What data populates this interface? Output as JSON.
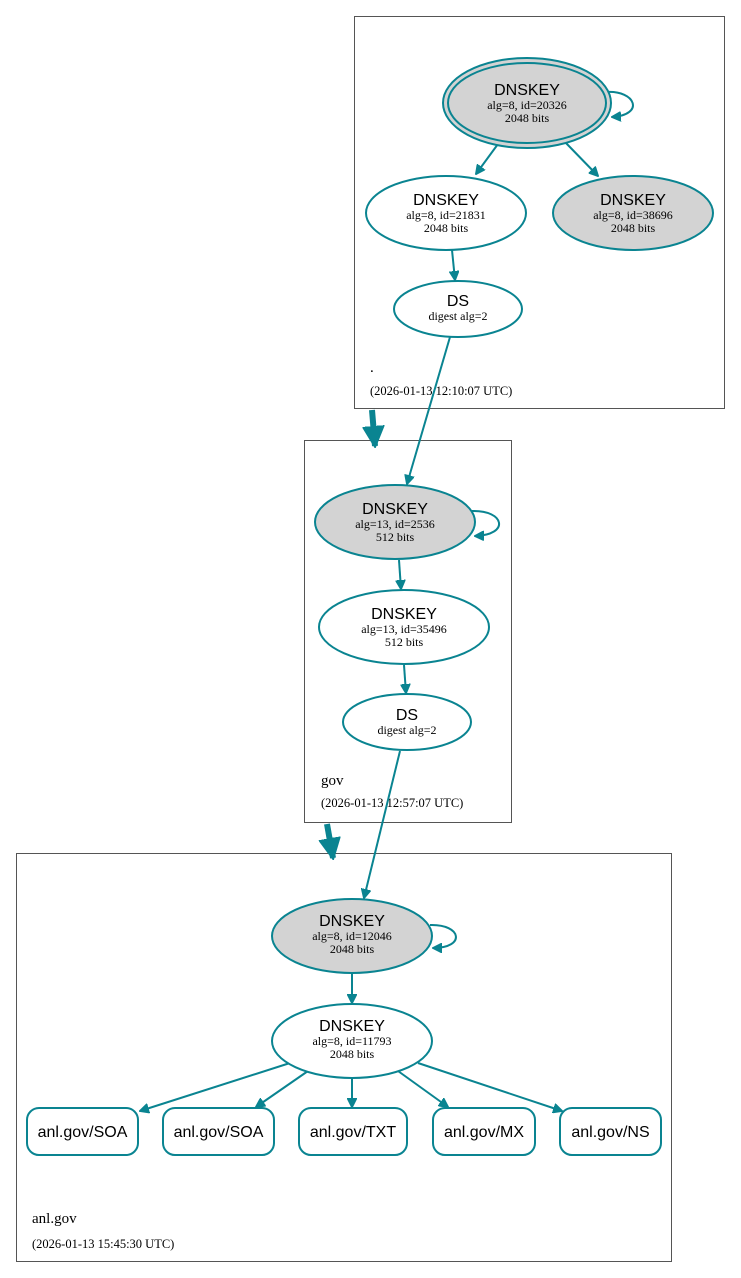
{
  "colors": {
    "accent": "#0a8491",
    "filled_node": "#d3d3d3"
  },
  "zones": {
    "root": {
      "name": ".",
      "time": "(2026-01-13 12:10:07 UTC)"
    },
    "gov": {
      "name": "gov",
      "time": "(2026-01-13 12:57:07 UTC)"
    },
    "anl": {
      "name": "anl.gov",
      "time": "(2026-01-13 15:45:30 UTC)"
    }
  },
  "nodes": {
    "root_ksk": {
      "title": "DNSKEY",
      "line1": "alg=8, id=20326",
      "line2": "2048 bits"
    },
    "root_zsk1": {
      "title": "DNSKEY",
      "line1": "alg=8, id=21831",
      "line2": "2048 bits"
    },
    "root_zsk2": {
      "title": "DNSKEY",
      "line1": "alg=8, id=38696",
      "line2": "2048 bits"
    },
    "root_ds": {
      "title": "DS",
      "line1": "digest alg=2"
    },
    "gov_ksk": {
      "title": "DNSKEY",
      "line1": "alg=13, id=2536",
      "line2": "512 bits"
    },
    "gov_zsk": {
      "title": "DNSKEY",
      "line1": "alg=13, id=35496",
      "line2": "512 bits"
    },
    "gov_ds": {
      "title": "DS",
      "line1": "digest alg=2"
    },
    "anl_ksk": {
      "title": "DNSKEY",
      "line1": "alg=8, id=12046",
      "line2": "2048 bits"
    },
    "anl_zsk": {
      "title": "DNSKEY",
      "line1": "alg=8, id=11793",
      "line2": "2048 bits"
    }
  },
  "records": [
    "anl.gov/SOA",
    "anl.gov/SOA",
    "anl.gov/TXT",
    "anl.gov/MX",
    "anl.gov/NS"
  ]
}
